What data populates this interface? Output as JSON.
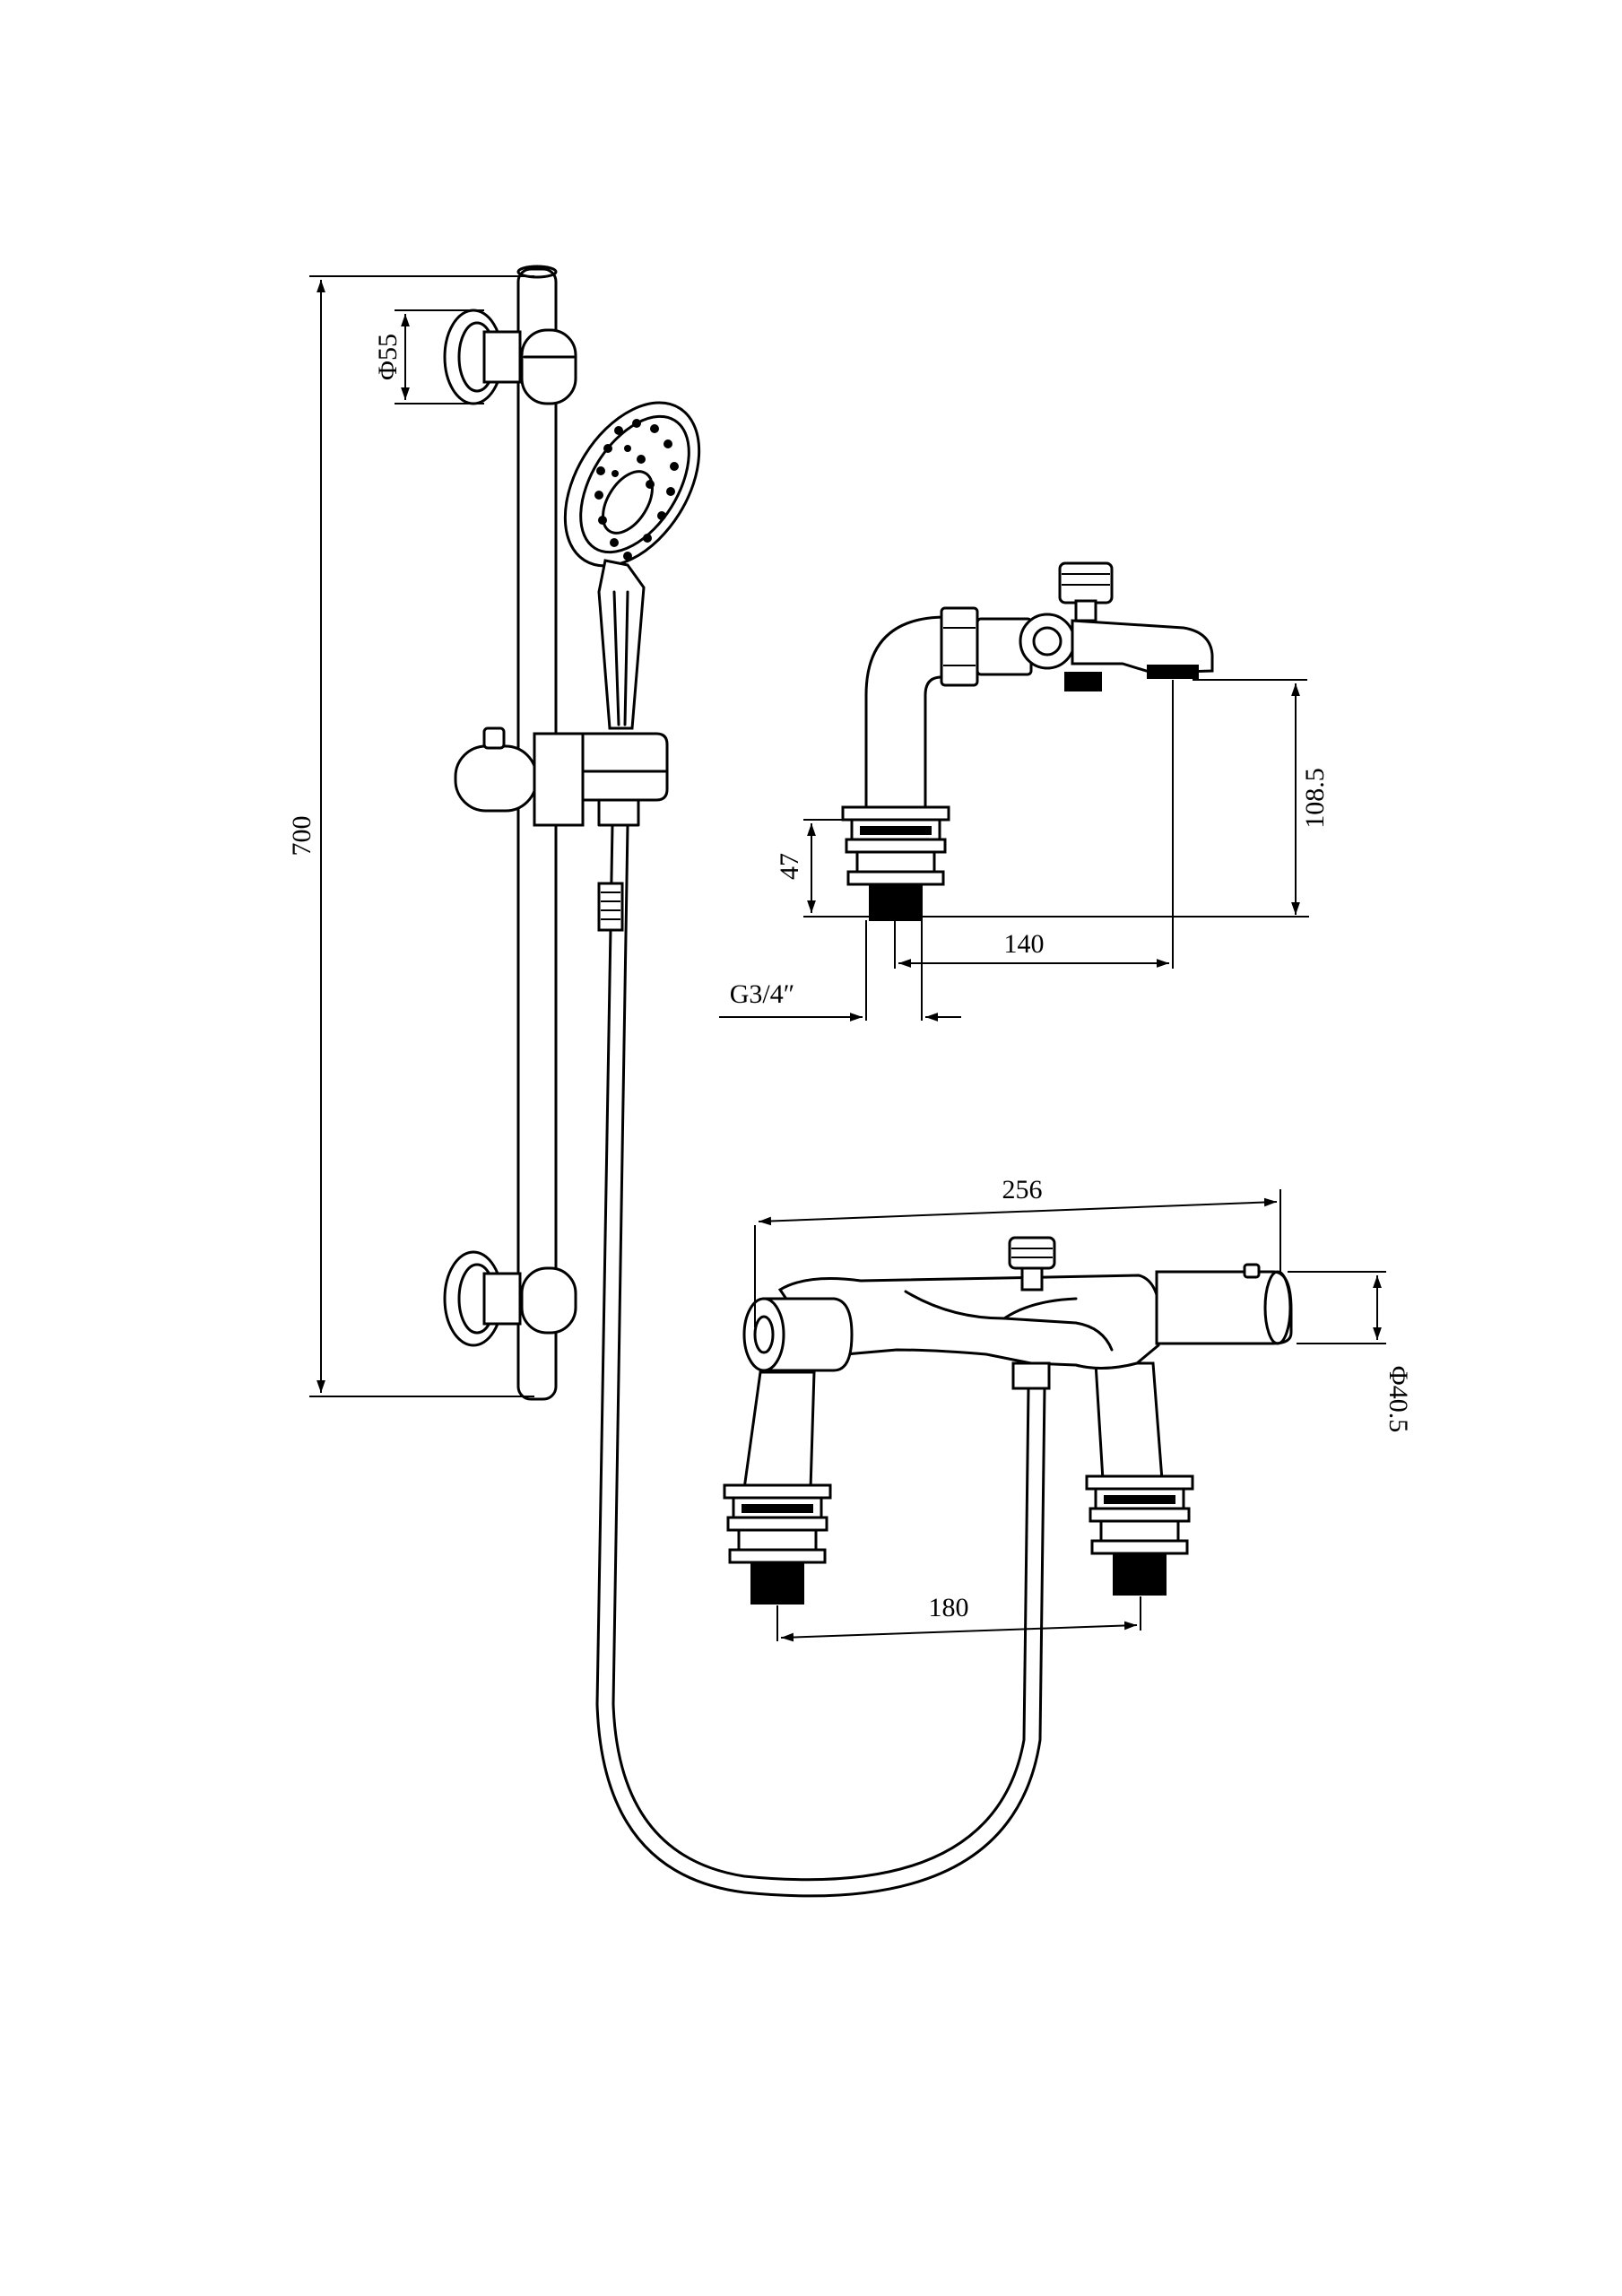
{
  "dimensions": {
    "rail_height": "700",
    "bracket_diameter": "Φ55",
    "spout_height": "108.5",
    "base_height": "47",
    "spout_reach": "140",
    "thread_size": "G3/4″",
    "overall_width": "256",
    "body_diameter": "Φ40.5",
    "centres": "180"
  },
  "colors": {
    "line": "#000000",
    "background": "#ffffff"
  }
}
